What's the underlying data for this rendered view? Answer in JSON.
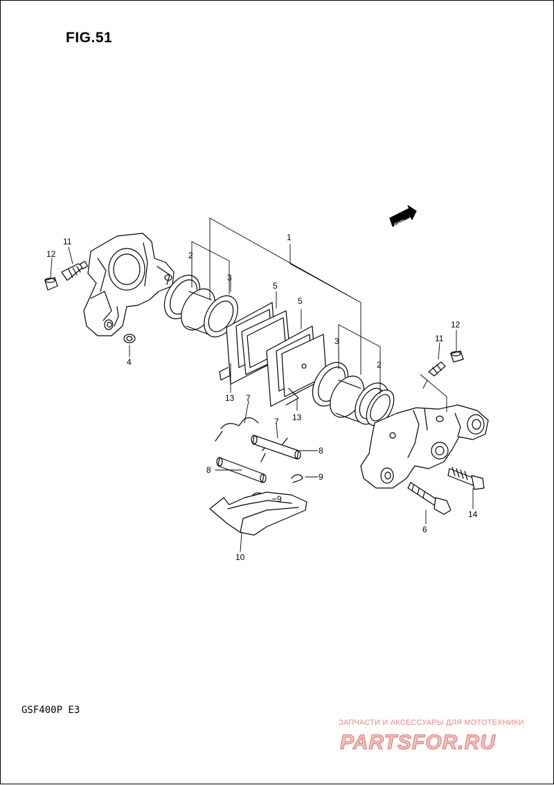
{
  "figure": {
    "title": "FIG.51",
    "model": "GSF400P  E3"
  },
  "callouts": [
    {
      "id": "c1",
      "number": "1"
    },
    {
      "id": "c2a",
      "number": "2"
    },
    {
      "id": "c2b",
      "number": "2"
    },
    {
      "id": "c3a",
      "number": "3"
    },
    {
      "id": "c3b",
      "number": "3"
    },
    {
      "id": "c4",
      "number": "4"
    },
    {
      "id": "c5a",
      "number": "5"
    },
    {
      "id": "c5b",
      "number": "5"
    },
    {
      "id": "c6",
      "number": "6"
    },
    {
      "id": "c7a",
      "number": "7"
    },
    {
      "id": "c7b",
      "number": "7"
    },
    {
      "id": "c8a",
      "number": "8"
    },
    {
      "id": "c8b",
      "number": "8"
    },
    {
      "id": "c9a",
      "number": "9"
    },
    {
      "id": "c9b",
      "number": "9"
    },
    {
      "id": "c10",
      "number": "10"
    },
    {
      "id": "c11a",
      "number": "11"
    },
    {
      "id": "c11b",
      "number": "11"
    },
    {
      "id": "c12a",
      "number": "12"
    },
    {
      "id": "c12b",
      "number": "12"
    },
    {
      "id": "c13a",
      "number": "13"
    },
    {
      "id": "c13b",
      "number": "13"
    },
    {
      "id": "c14",
      "number": "14"
    }
  ],
  "fwd_marker": "FWD",
  "watermark": {
    "tagline": "ЗАПЧАСТИ И АКСЕССУАРЫ ДЛЯ МОТОТЕХНИКИ",
    "logo": "PARTSFOR.RU",
    "color": "#e05555"
  }
}
